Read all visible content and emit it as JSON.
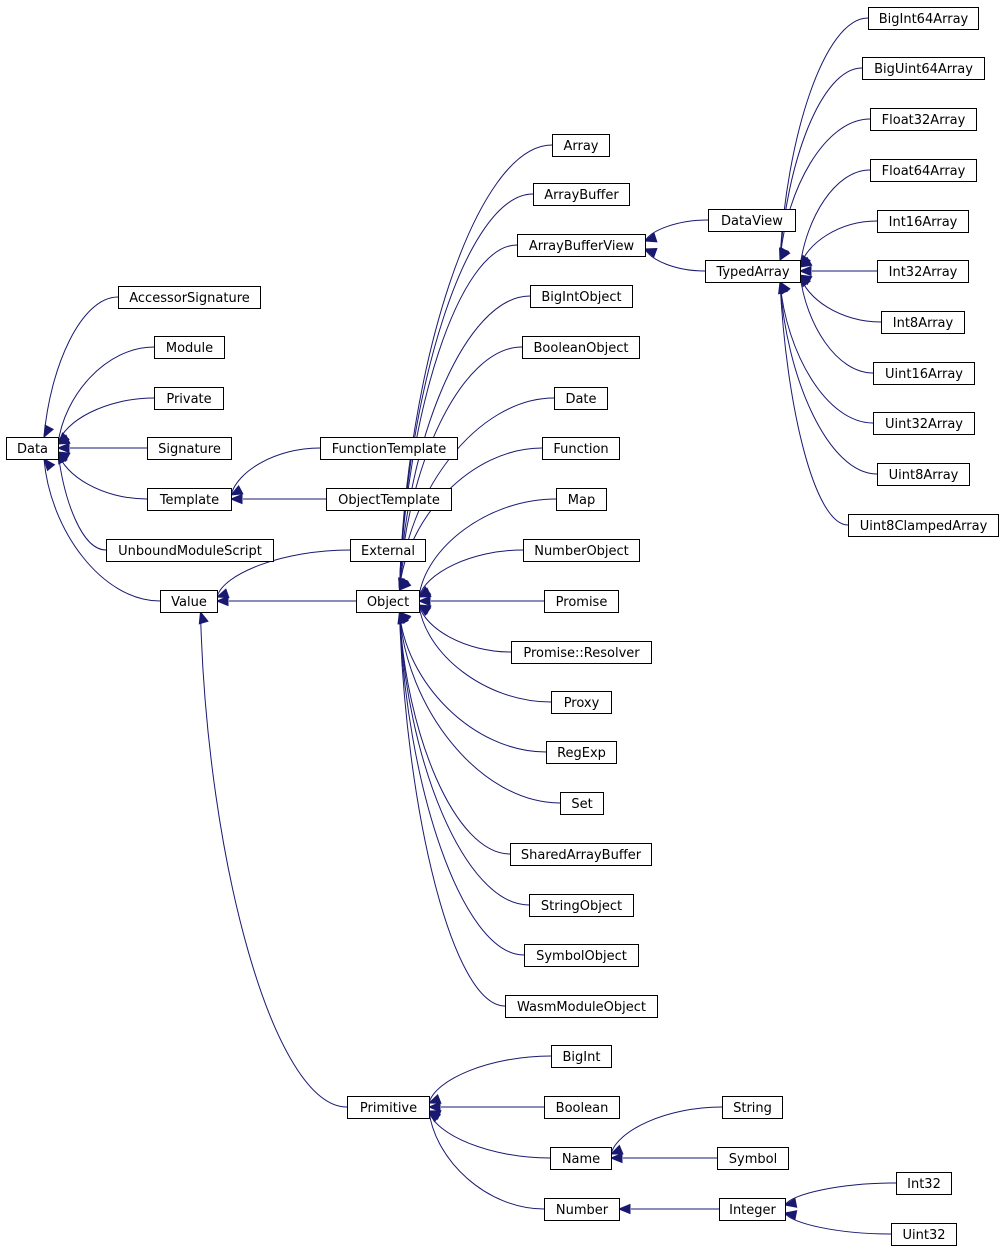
{
  "colors": {
    "edge": "#191970",
    "node_border": "#000000",
    "background": "#ffffff"
  },
  "nodes": [
    {
      "id": "Data",
      "label": "Data"
    },
    {
      "id": "AccessorSignature",
      "label": "AccessorSignature"
    },
    {
      "id": "Module",
      "label": "Module"
    },
    {
      "id": "Private",
      "label": "Private"
    },
    {
      "id": "Signature",
      "label": "Signature"
    },
    {
      "id": "Template",
      "label": "Template"
    },
    {
      "id": "UnboundModuleScript",
      "label": "UnboundModuleScript"
    },
    {
      "id": "Value",
      "label": "Value"
    },
    {
      "id": "FunctionTemplate",
      "label": "FunctionTemplate"
    },
    {
      "id": "ObjectTemplate",
      "label": "ObjectTemplate"
    },
    {
      "id": "External",
      "label": "External"
    },
    {
      "id": "Object",
      "label": "Object"
    },
    {
      "id": "Primitive",
      "label": "Primitive"
    },
    {
      "id": "Array",
      "label": "Array"
    },
    {
      "id": "ArrayBuffer",
      "label": "ArrayBuffer"
    },
    {
      "id": "ArrayBufferView",
      "label": "ArrayBufferView"
    },
    {
      "id": "BigIntObject",
      "label": "BigIntObject"
    },
    {
      "id": "BooleanObject",
      "label": "BooleanObject"
    },
    {
      "id": "Date",
      "label": "Date"
    },
    {
      "id": "Function",
      "label": "Function"
    },
    {
      "id": "Map",
      "label": "Map"
    },
    {
      "id": "NumberObject",
      "label": "NumberObject"
    },
    {
      "id": "Promise",
      "label": "Promise"
    },
    {
      "id": "PromiseResolver",
      "label": "Promise::Resolver"
    },
    {
      "id": "Proxy",
      "label": "Proxy"
    },
    {
      "id": "RegExp",
      "label": "RegExp"
    },
    {
      "id": "Set",
      "label": "Set"
    },
    {
      "id": "SharedArrayBuffer",
      "label": "SharedArrayBuffer"
    },
    {
      "id": "StringObject",
      "label": "StringObject"
    },
    {
      "id": "SymbolObject",
      "label": "SymbolObject"
    },
    {
      "id": "WasmModuleObject",
      "label": "WasmModuleObject"
    },
    {
      "id": "BigInt",
      "label": "BigInt"
    },
    {
      "id": "Boolean",
      "label": "Boolean"
    },
    {
      "id": "Name",
      "label": "Name"
    },
    {
      "id": "Number",
      "label": "Number"
    },
    {
      "id": "DataView",
      "label": "DataView"
    },
    {
      "id": "TypedArray",
      "label": "TypedArray"
    },
    {
      "id": "String",
      "label": "String"
    },
    {
      "id": "Symbol",
      "label": "Symbol"
    },
    {
      "id": "Integer",
      "label": "Integer"
    },
    {
      "id": "Int32",
      "label": "Int32"
    },
    {
      "id": "Uint32",
      "label": "Uint32"
    },
    {
      "id": "BigInt64Array",
      "label": "BigInt64Array"
    },
    {
      "id": "BigUint64Array",
      "label": "BigUint64Array"
    },
    {
      "id": "Float32Array",
      "label": "Float32Array"
    },
    {
      "id": "Float64Array",
      "label": "Float64Array"
    },
    {
      "id": "Int16Array",
      "label": "Int16Array"
    },
    {
      "id": "Int32Array",
      "label": "Int32Array"
    },
    {
      "id": "Int8Array",
      "label": "Int8Array"
    },
    {
      "id": "Uint16Array",
      "label": "Uint16Array"
    },
    {
      "id": "Uint32Array",
      "label": "Uint32Array"
    },
    {
      "id": "Uint8Array",
      "label": "Uint8Array"
    },
    {
      "id": "Uint8ClampedArray",
      "label": "Uint8ClampedArray"
    }
  ],
  "edges": [
    [
      "Data",
      "AccessorSignature"
    ],
    [
      "Data",
      "Module"
    ],
    [
      "Data",
      "Private"
    ],
    [
      "Data",
      "Signature"
    ],
    [
      "Data",
      "Template"
    ],
    [
      "Data",
      "UnboundModuleScript"
    ],
    [
      "Data",
      "Value"
    ],
    [
      "Template",
      "FunctionTemplate"
    ],
    [
      "Template",
      "ObjectTemplate"
    ],
    [
      "Value",
      "External"
    ],
    [
      "Value",
      "Object"
    ],
    [
      "Value",
      "Primitive"
    ],
    [
      "Object",
      "Array"
    ],
    [
      "Object",
      "ArrayBuffer"
    ],
    [
      "Object",
      "ArrayBufferView"
    ],
    [
      "Object",
      "BigIntObject"
    ],
    [
      "Object",
      "BooleanObject"
    ],
    [
      "Object",
      "Date"
    ],
    [
      "Object",
      "Function"
    ],
    [
      "Object",
      "Map"
    ],
    [
      "Object",
      "NumberObject"
    ],
    [
      "Object",
      "Promise"
    ],
    [
      "Object",
      "PromiseResolver"
    ],
    [
      "Object",
      "Proxy"
    ],
    [
      "Object",
      "RegExp"
    ],
    [
      "Object",
      "Set"
    ],
    [
      "Object",
      "SharedArrayBuffer"
    ],
    [
      "Object",
      "StringObject"
    ],
    [
      "Object",
      "SymbolObject"
    ],
    [
      "Object",
      "WasmModuleObject"
    ],
    [
      "Primitive",
      "BigInt"
    ],
    [
      "Primitive",
      "Boolean"
    ],
    [
      "Primitive",
      "Name"
    ],
    [
      "Primitive",
      "Number"
    ],
    [
      "ArrayBufferView",
      "DataView"
    ],
    [
      "ArrayBufferView",
      "TypedArray"
    ],
    [
      "Name",
      "String"
    ],
    [
      "Name",
      "Symbol"
    ],
    [
      "Number",
      "Integer"
    ],
    [
      "Integer",
      "Int32"
    ],
    [
      "Integer",
      "Uint32"
    ],
    [
      "TypedArray",
      "BigInt64Array"
    ],
    [
      "TypedArray",
      "BigUint64Array"
    ],
    [
      "TypedArray",
      "Float32Array"
    ],
    [
      "TypedArray",
      "Float64Array"
    ],
    [
      "TypedArray",
      "Int16Array"
    ],
    [
      "TypedArray",
      "Int32Array"
    ],
    [
      "TypedArray",
      "Int8Array"
    ],
    [
      "TypedArray",
      "Uint16Array"
    ],
    [
      "TypedArray",
      "Uint32Array"
    ],
    [
      "TypedArray",
      "Uint8Array"
    ],
    [
      "TypedArray",
      "Uint8ClampedArray"
    ]
  ]
}
